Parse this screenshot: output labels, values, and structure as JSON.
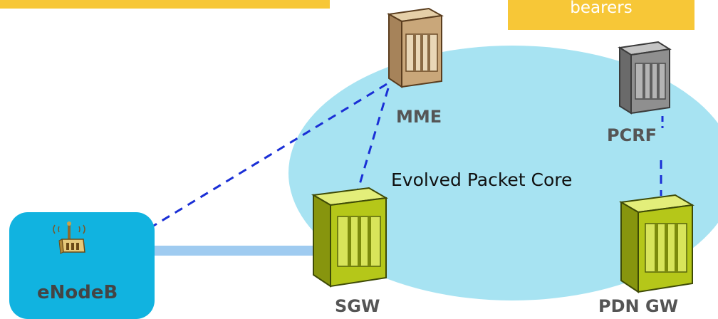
{
  "banner": {
    "text": "bearers"
  },
  "core": {
    "label": "Evolved Packet Core"
  },
  "nodes": {
    "mme": "MME",
    "pcrf": "PCRF",
    "sgw": "SGW",
    "pdngw": "PDN GW",
    "enodeb": "eNodeB"
  },
  "colors": {
    "banner": "#f7c737",
    "core": "#a7e3f2",
    "enodeb_box": "#11b3e0",
    "signaling_link": "#1a2fd6",
    "user_plane_link": "#9fcbf0",
    "mme_server": "#c9a77a",
    "pcrf_server": "#8f8f8f",
    "gateway_server": "#b5c719"
  },
  "icons": [
    "mme-server-icon",
    "pcrf-server-icon",
    "sgw-server-icon",
    "pdn-gw-server-icon",
    "antenna-icon"
  ]
}
